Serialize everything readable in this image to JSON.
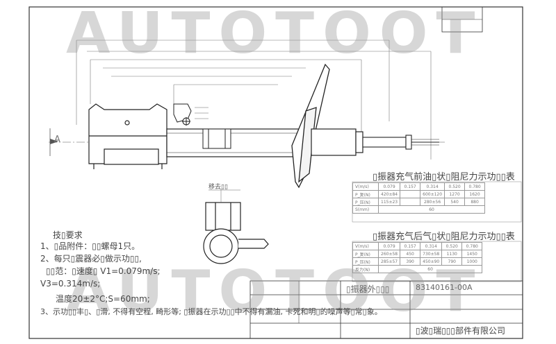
{
  "watermark": {
    "text": "AUTOTOOT"
  },
  "dimension_labels": {
    "section_label": "A"
  },
  "requirements": {
    "title": "技▯要求",
    "lines": [
      "1、▯品附件：▯▯螺母1只。",
      "2、每只▯震器必▯做示功▯▯,",
      "  ▯▯范：▯速度▯ V1=0.079m/s;",
      "V3=0.314m/s;",
      "  温度20±2°C;S=60mm;",
      "3、示功▯▯丰▯、▯滑, 不得有空程, 畸形等; ▯振器在示功▯▯中不得有漏油, 卡死和明▯的噪声等▯常▯象。"
    ]
  },
  "table_front": {
    "title": "▯振器充气前油▯状▯阻尼力示功▯▯表",
    "rows": [
      [
        "V(m/s)",
        "0.079",
        "0.157",
        "0.314",
        "0.520",
        "0.780"
      ],
      [
        "P_复(N)",
        "420±84",
        "",
        "600±120",
        "1270",
        "1620"
      ],
      [
        "P_压(N)",
        "115±23",
        "",
        "280±56",
        "540",
        "880"
      ],
      [
        "S(mm)",
        "60"
      ]
    ]
  },
  "table_rear": {
    "title": "▯振器充气后气▯状▯阻尼力示功▯▯表",
    "rows": [
      [
        "V(m/s)",
        "0.079",
        "0.157",
        "0.314",
        "0.520",
        "0.780"
      ],
      [
        "P_复(N)",
        "260±58",
        "450",
        "730±58",
        "1130",
        "1450"
      ],
      [
        "P_压(N)",
        "285±57",
        "390",
        "450±90",
        "790",
        "1000"
      ],
      [
        "反力(N)",
        "60"
      ]
    ]
  },
  "title_block": {
    "part_name": "▯振器外▯▯▯",
    "part_number": "83140161-00A",
    "company": "▯波▯瑞▯▯▯部件有限公司"
  },
  "section_view": {
    "label": "移去▯▯"
  }
}
